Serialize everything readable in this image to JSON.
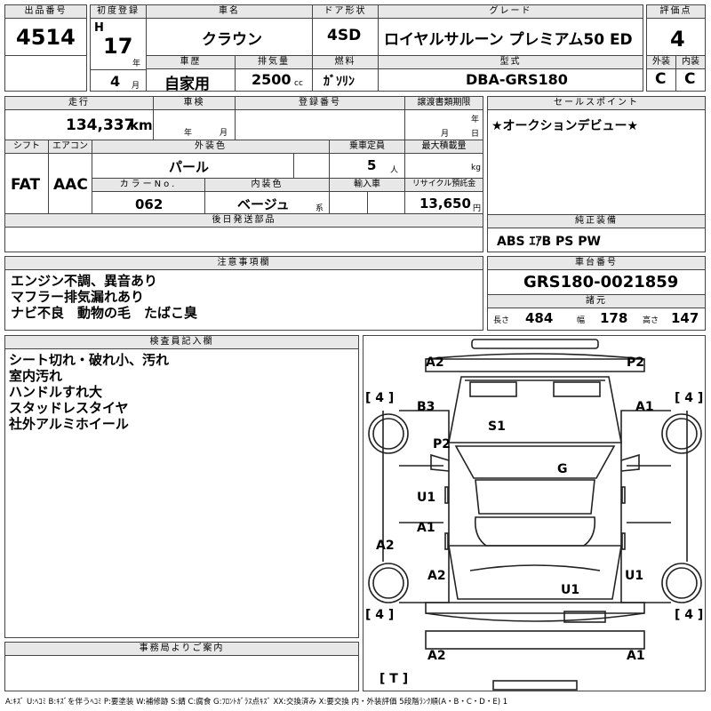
{
  "headers": {
    "lot_no": "出品番号",
    "first_reg": "初度登録",
    "car_name": "車名",
    "door": "ドア形状",
    "grade": "グレード",
    "score": "評価点",
    "history": "車歴",
    "displacement": "排気量",
    "fuel": "燃料",
    "model_code": "型式",
    "ext": "外装",
    "int": "内装",
    "mileage": "走行",
    "inspection": "車検",
    "reg_no": "登録番号",
    "doc_deadline": "譲渡書類期限",
    "sales_point": "セールスポイント",
    "shift": "シフト",
    "aircon": "エアコン",
    "ext_color": "外装色",
    "capacity": "乗車定員",
    "max_load": "最大積載量",
    "color_no": "カラーNo.",
    "int_color": "内装色",
    "import": "輸入車",
    "recycle": "リサイクル預託金",
    "later_parts": "後日発送部品",
    "factory_equip": "純正装備",
    "notes": "注意事項欄",
    "chassis": "車台番号",
    "specs": "諸元",
    "inspector": "検査員記入欄",
    "office": "事務局よりご案内"
  },
  "lot_no": "4514",
  "era": "H",
  "year": "17",
  "year_unit": "年",
  "month": "4",
  "month_unit": "月",
  "car_name": "クラウン",
  "door": "4SD",
  "grade": "ロイヤルサルーン プレミアム50 ED",
  "score": "4",
  "history": "自家用",
  "displacement": "2500",
  "displacement_unit": "cc",
  "fuel": "ｶﾞｿﾘﾝ",
  "model_code": "DBA-GRS180",
  "ext_score": "C",
  "int_score": "C",
  "mileage": "134,337",
  "mileage_unit": "km",
  "insp_year_unit": "年",
  "insp_month_unit": "月",
  "doc_year_unit": "年",
  "doc_month_unit": "月",
  "doc_day_unit": "日",
  "sales_point": "★オークションデビュー★",
  "shift": "FAT",
  "aircon": "AAC",
  "ext_color": "パール",
  "capacity": "5",
  "capacity_unit": "人",
  "load_unit": "kg",
  "color_no": "062",
  "int_color": "ベージュ",
  "int_color_unit": "系",
  "recycle": "13,650",
  "recycle_unit": "円",
  "factory_equip": "ABS ｴｱB PS PW",
  "notes": [
    "エンジン不調、異音あり",
    "マフラー排気漏れあり",
    "ナビ不良　動物の毛　たばこ臭"
  ],
  "chassis": "GRS180-0021859",
  "length_label": "長さ",
  "length": "484",
  "width_label": "幅",
  "width": "178",
  "height_label": "高さ",
  "height": "147",
  "inspector_notes": [
    "シート切れ・破れ小、汚れ",
    "室内汚れ",
    "ハンドルすれ大",
    "スタッドレスタイヤ",
    "社外アルミホイール"
  ],
  "diagram_marks": {
    "front_left": "A2",
    "front_right": "P2",
    "b3": "B3",
    "s1": "S1",
    "a1_fr": "A1",
    "p2_side": "P2",
    "g": "G",
    "u1_left": "U1",
    "a1_left": "A1",
    "a2_left_side": "A2",
    "a2_rear_left": "A2",
    "u1_rear": "U1",
    "u1_right": "U1",
    "rear_left": "A2",
    "rear_right": "A1"
  },
  "tire_tread": "4",
  "tire_tread_label_fl": "[ 4 ]",
  "tire_tread_label_fr": "[ 4 ]",
  "tire_tread_label_rl": "[ 4 ]",
  "tire_tread_label_rr": "[ 4 ]",
  "spare_label": "[ T ]",
  "legend": "A:ｷｽﾞ U:ﾍｺﾐ B:ｷｽﾞを伴うﾍｺﾐ P:要塗装 W:補修跡 S:錆 C:腐食 G:ﾌﾛﾝﾄｶﾞﾗｽ点ｷｽﾞ XX:交換済み X:要交換 内・外装評価 5段階ﾗﾝｸ順(A・B・C・D・E) 1"
}
